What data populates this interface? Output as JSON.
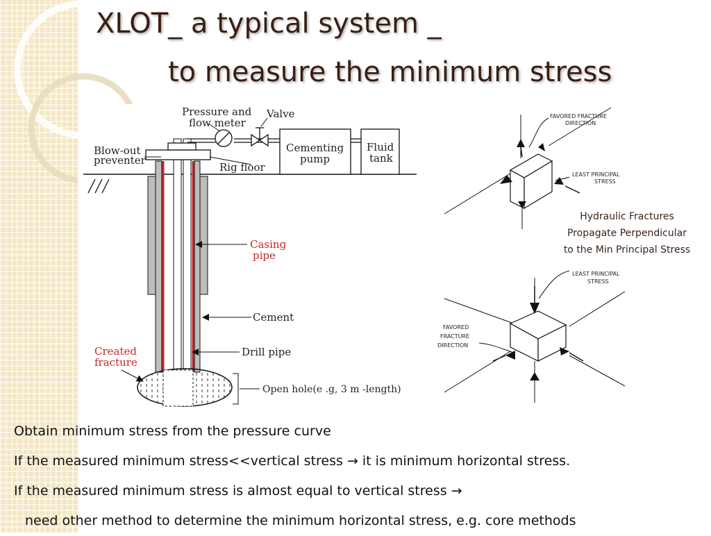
{
  "title": {
    "line1": "XLOT_ a typical system _",
    "line2": "to measure the minimum stress"
  },
  "well_diagram": {
    "pressure_meter": [
      "Pressure and",
      "flow meter"
    ],
    "valve": "Valve",
    "blowout_preventer": [
      "Blow-out",
      "preventer"
    ],
    "cementing_pump": [
      "Cementing",
      "pump"
    ],
    "fluid_tank": [
      "Fluid",
      "tank"
    ],
    "rig_floor": "Rig floor",
    "casing_pipe": [
      "Casing",
      "pipe"
    ],
    "cement": "Cement",
    "drill_pipe": "Drill pipe",
    "created_fracture": [
      "Created",
      "fracture"
    ],
    "open_hole": "Open hole(e .g,  3 m -length)"
  },
  "fracture_diagram": {
    "top_favored": [
      "FAVORED  FRACTURE",
      "DIRECTION"
    ],
    "top_least": [
      "LEAST  PRINCIPAL",
      "STRESS"
    ],
    "caption": [
      "Hydraulic Fractures",
      "Propagate Perpendicular",
      "to the Min Principal Stress"
    ],
    "bottom_least": [
      "LEAST  PRINCIPAL",
      "STRESS"
    ],
    "bottom_favored": [
      "FAVORED",
      "FRACTURE",
      "DIRECTION"
    ]
  },
  "bullets": [
    "Obtain minimum stress from the pressure curve",
    "If the measured minimum stress<<vertical stress → it is minimum horizontal stress.",
    "If the measured minimum stress is almost equal to vertical stress →",
    "need other method to determine the minimum horizontal stress,  e.g. core methods"
  ],
  "colors": {
    "title": "#3a1e12",
    "accent_red": "#c62828",
    "band": "#f3e7c4"
  }
}
